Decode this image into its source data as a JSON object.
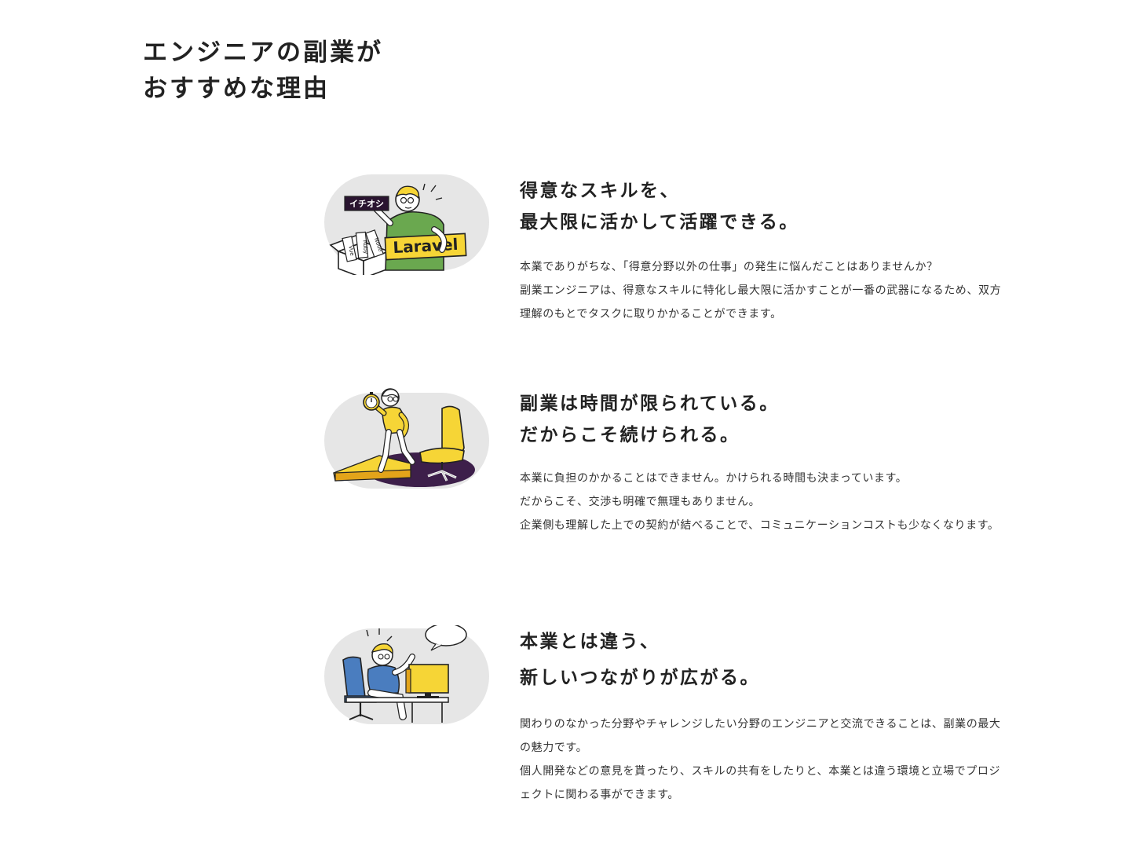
{
  "section": {
    "title_lines": [
      "エンジニアの副業が",
      "おすすめな理由"
    ]
  },
  "reasons": [
    {
      "heading_lines": [
        "得意なスキルを、",
        "最大限に活かして活躍できる。"
      ],
      "paragraphs": [
        "本業でありがちな、「得意分野以外の仕事」の発生に悩んだことはありませんか？",
        "副業エンジニアは、得意なスキルに特化し最大限に活かすことが一番の武器になるため、双方理解のもとでタスクに取りかかることができます。"
      ],
      "illustration": {
        "icon": "engineer-with-laravel-sign-icon",
        "sign_text": "イチオシ",
        "banner_text": "Laravel",
        "box_labels": [
          "Vue",
          "Ruby",
          "Node"
        ]
      }
    },
    {
      "heading_lines": [
        "副業は時間が限られている。",
        "だからこそ続けられる。"
      ],
      "paragraphs": [
        "本業に負担のかかることはできません。かけられる時間も決まっています。",
        "だからこそ、交渉も明確で無理もありません。",
        "企業側も理解した上での契約が結べることで、コミュニケーションコストも少なくなります。"
      ],
      "illustration": {
        "icon": "engineer-with-stopwatch-and-chair-icon"
      }
    },
    {
      "heading_lines": [
        "本業とは違う、",
        "新しいつながりが広がる。"
      ],
      "paragraphs": [
        "関わりのなかった分野やチャレンジしたい分野のエンジニアと交流できることは、副業の最大の魅力です。",
        "個人開発などの意見を貰ったり、スキルの共有をしたりと、本業とは違う環境と立場でプロジェクトに関わる事ができます。"
      ],
      "illustration": {
        "icon": "engineer-at-computer-icon"
      }
    }
  ],
  "colors": {
    "accent_yellow": "#f6d536",
    "shirt_green": "#6aa84f",
    "shirt_blue": "#4a7dbf",
    "floor_purple": "#3d1f4a",
    "pill_gray": "#e6e6e6",
    "text_dark": "#222222"
  }
}
